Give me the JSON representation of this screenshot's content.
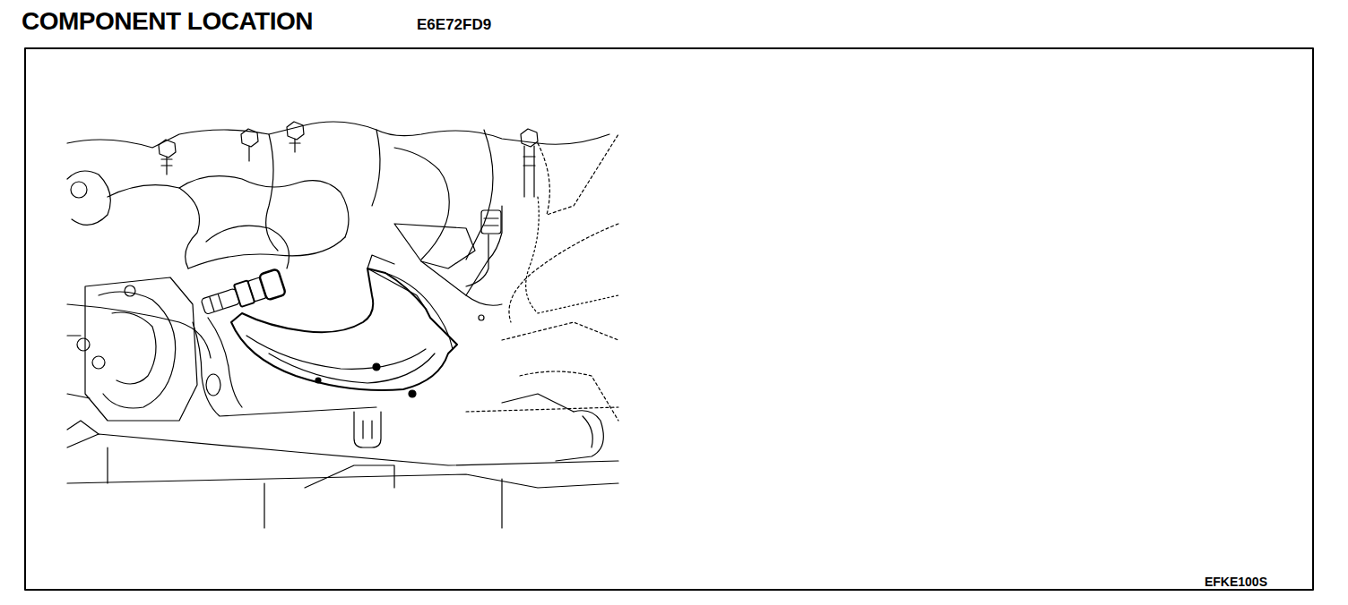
{
  "diagram": {
    "title": "COMPONENT LOCATION",
    "labels": [
      "E6E72FD9",
      "EFKE100S"
    ]
  }
}
